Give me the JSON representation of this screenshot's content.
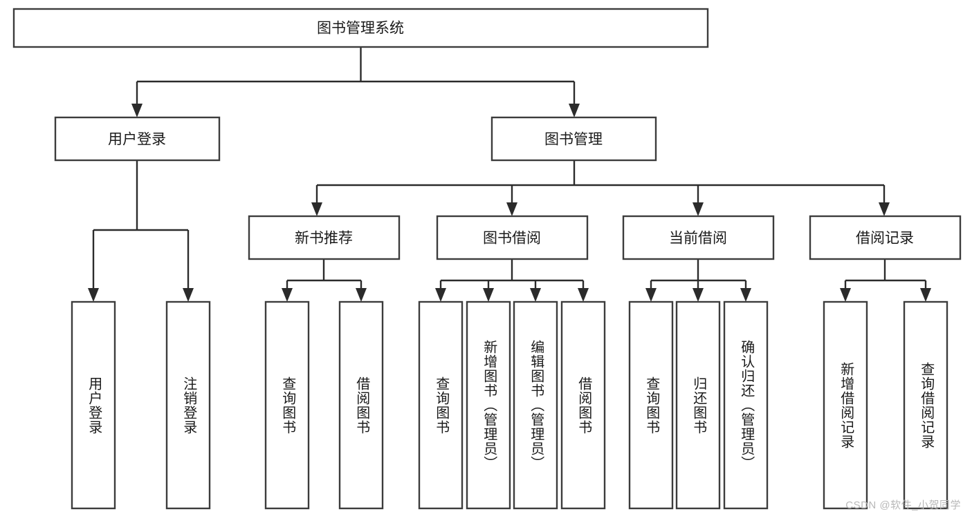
{
  "diagram": {
    "title": "图书管理系统",
    "type": "hierarchy-tree",
    "watermark": "CSDN @软件_小贺同学",
    "colors": {
      "box_stroke": "#3c3c3c",
      "box_fill": "#ffffff",
      "connector": "#2b2b2b",
      "text": "#1a1a1a",
      "watermark": "#b8b8b8",
      "background": "#ffffff"
    },
    "root": {
      "label": "图书管理系统",
      "id": "root"
    },
    "level2": [
      {
        "id": "user-login",
        "label": "用户登录"
      },
      {
        "id": "book-manage",
        "label": "图书管理"
      }
    ],
    "level3": [
      {
        "id": "new-book-recommend",
        "label": "新书推荐",
        "parent": "book-manage"
      },
      {
        "id": "book-borrow",
        "label": "图书借阅",
        "parent": "book-manage"
      },
      {
        "id": "current-borrow",
        "label": "当前借阅",
        "parent": "book-manage"
      },
      {
        "id": "borrow-record",
        "label": "借阅记录",
        "parent": "book-manage"
      }
    ],
    "leaves": [
      {
        "id": "leaf-user-login",
        "label": "用户登录",
        "parent": "user-login"
      },
      {
        "id": "leaf-logout-login",
        "label": "注销登录",
        "parent": "user-login"
      },
      {
        "id": "leaf-query-book-1",
        "label": "查询图书",
        "parent": "new-book-recommend"
      },
      {
        "id": "leaf-borrow-book-1",
        "label": "借阅图书",
        "parent": "new-book-recommend"
      },
      {
        "id": "leaf-query-book-2",
        "label": "查询图书",
        "parent": "book-borrow"
      },
      {
        "id": "leaf-add-book",
        "label": "新增图书（管理员）",
        "parent": "book-borrow"
      },
      {
        "id": "leaf-edit-book",
        "label": "编辑图书（管理员）",
        "parent": "book-borrow"
      },
      {
        "id": "leaf-borrow-book-2",
        "label": "借阅图书",
        "parent": "book-borrow"
      },
      {
        "id": "leaf-query-book-3",
        "label": "查询图书",
        "parent": "current-borrow"
      },
      {
        "id": "leaf-return-book",
        "label": "归还图书",
        "parent": "current-borrow"
      },
      {
        "id": "leaf-confirm-return",
        "label": "确认归还（管理员）",
        "parent": "current-borrow"
      },
      {
        "id": "leaf-add-record",
        "label": "新增借阅记录",
        "parent": "borrow-record"
      },
      {
        "id": "leaf-query-record",
        "label": "查询借阅记录",
        "parent": "borrow-record"
      }
    ]
  }
}
